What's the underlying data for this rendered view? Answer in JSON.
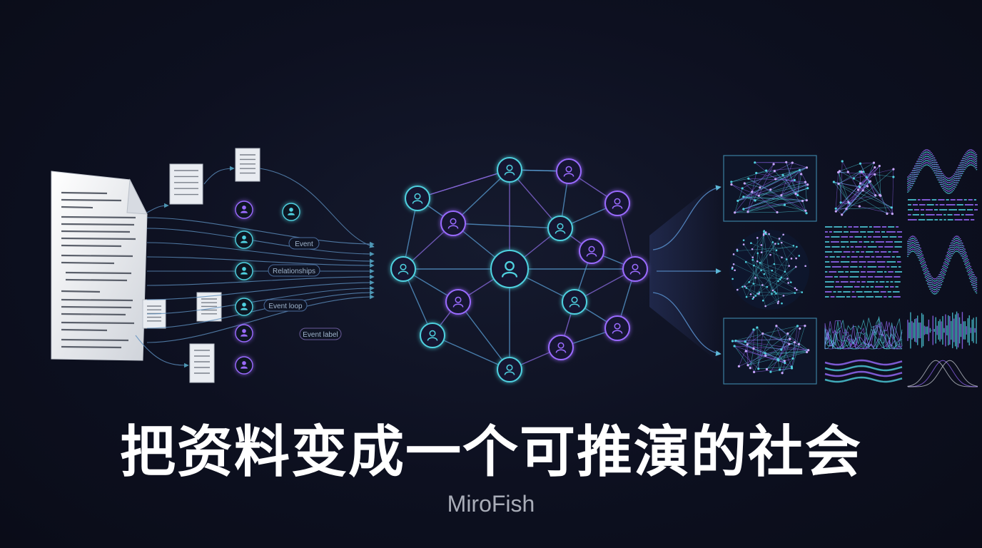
{
  "headline": "把资料变成一个可推演的社会",
  "brand": "MiroFish",
  "labels": {
    "event": "Event",
    "relationships": "Relationships",
    "event_loop": "Event loop",
    "event_label": "Event label"
  },
  "colors": {
    "background": "#0d1020",
    "cyan": "#4fd1e0",
    "violet": "#9a6bff",
    "paper": "#eef0f4",
    "headline": "#ffffff",
    "brand": "#a9adb8"
  },
  "icons": [
    "document-icon",
    "person-icon",
    "network-graph-icon",
    "sphere-graph-icon",
    "wave-chart-icon",
    "bar-matrix-icon"
  ]
}
